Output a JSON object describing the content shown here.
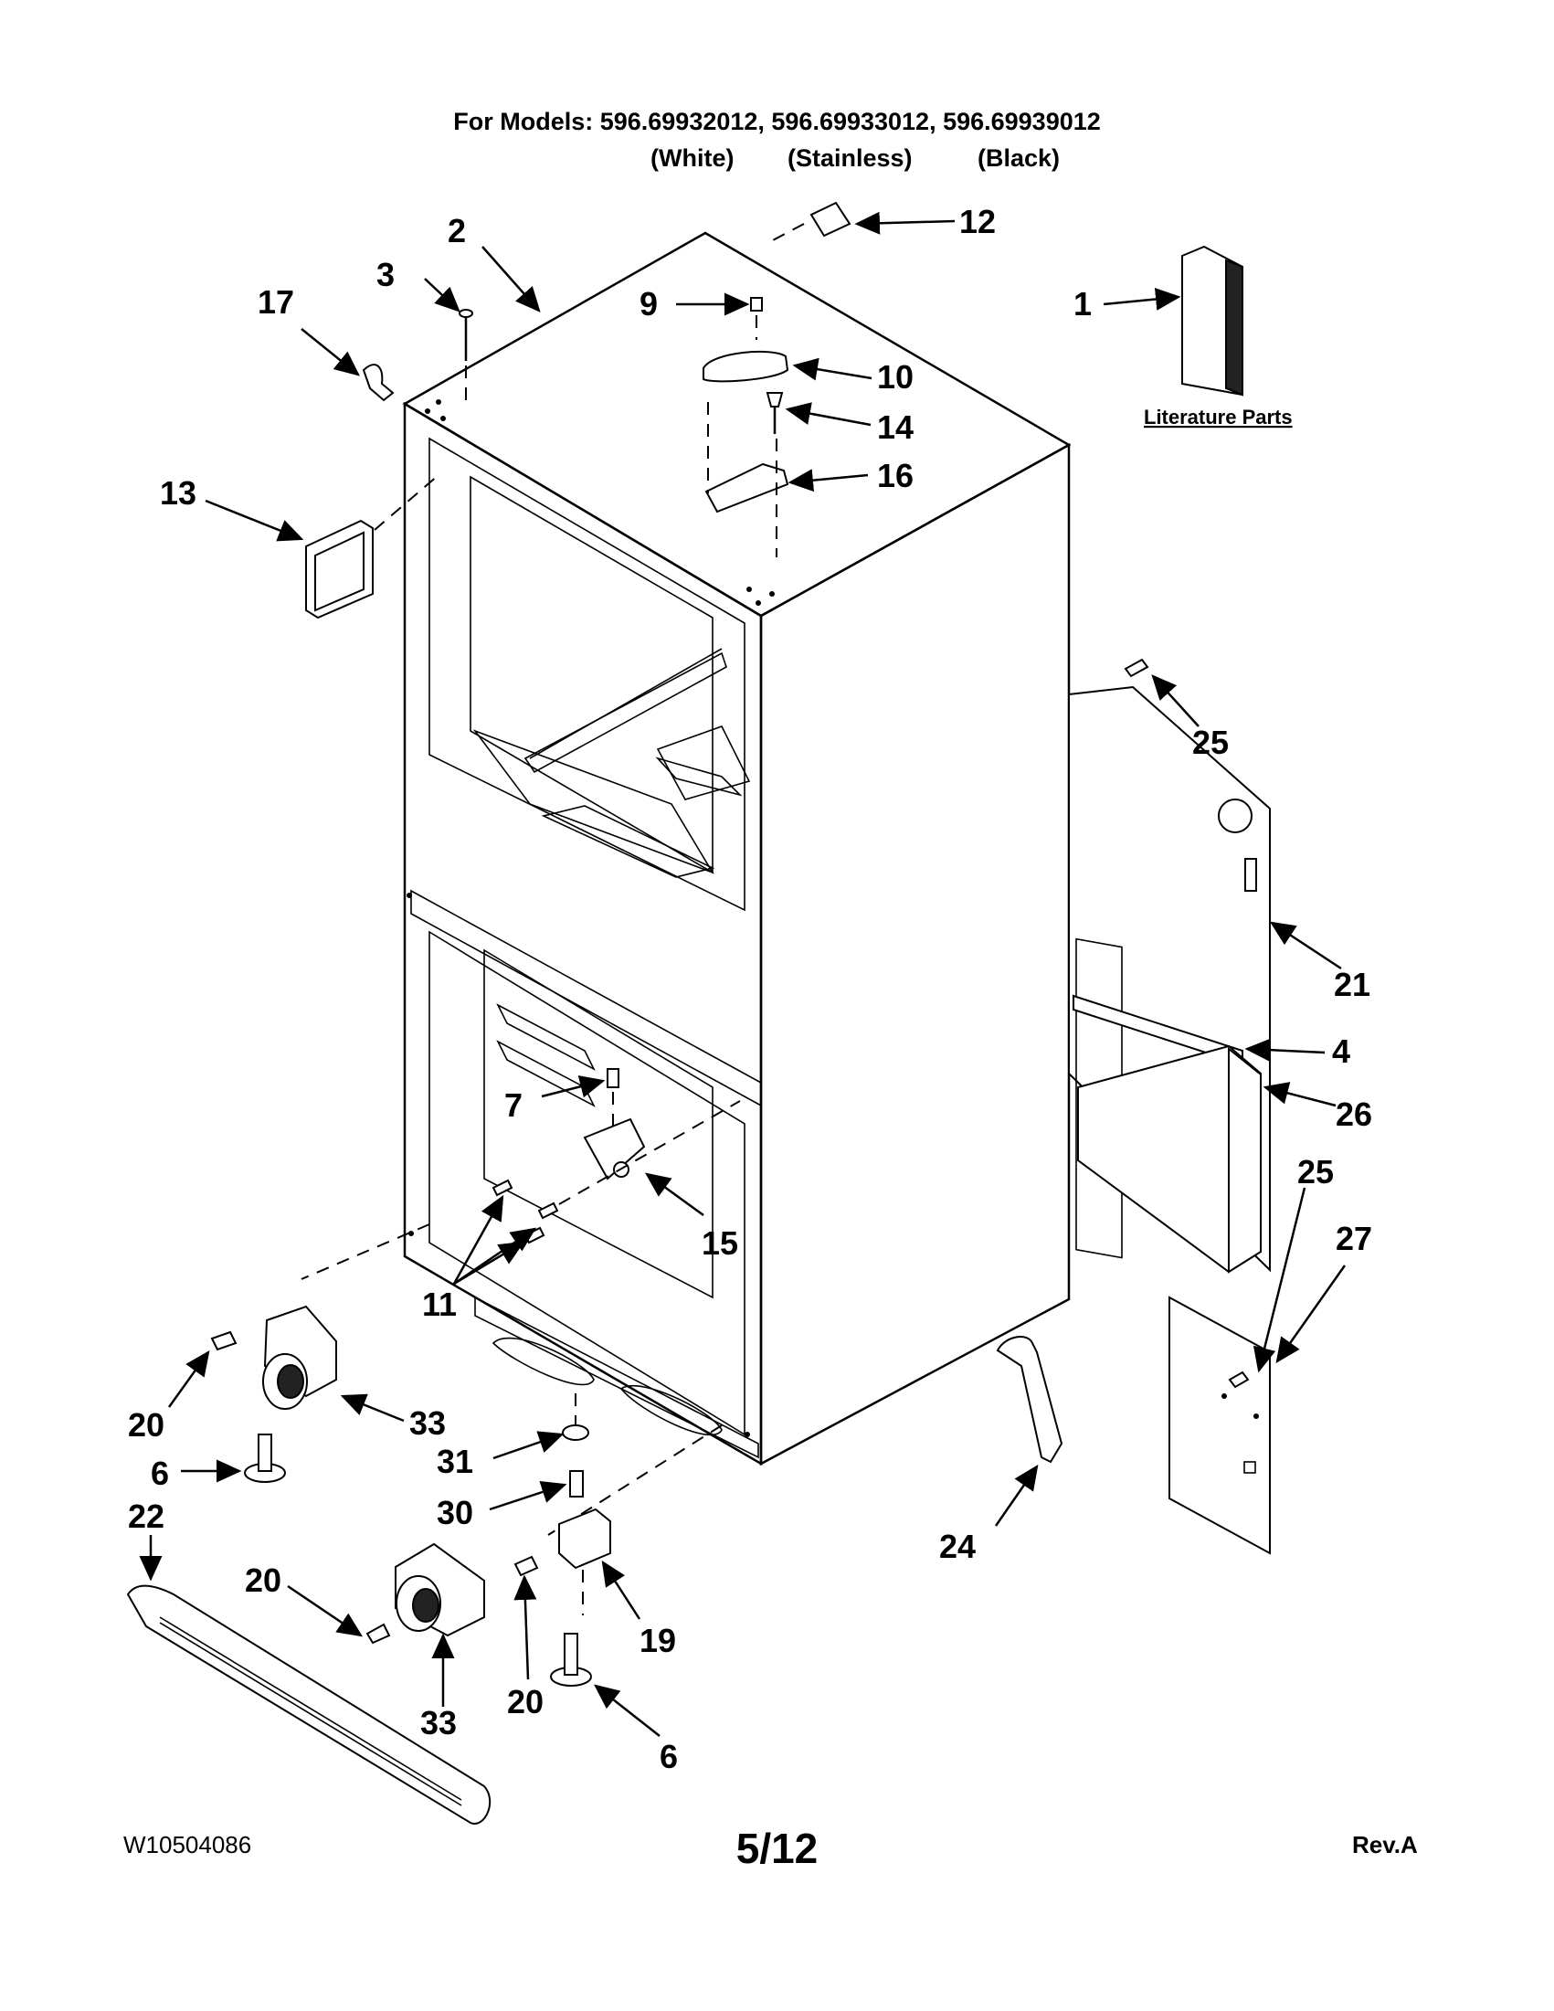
{
  "header": {
    "models_line": "For Models: 596.69932012, 596.69933012, 596.69939012",
    "variants": [
      "(White)",
      "(Stainless)",
      "(Black)"
    ]
  },
  "literature_label": "Literature Parts",
  "callouts": [
    {
      "id": "c1",
      "label": "1"
    },
    {
      "id": "c2",
      "label": "2"
    },
    {
      "id": "c3",
      "label": "3"
    },
    {
      "id": "c4",
      "label": "4"
    },
    {
      "id": "c6a",
      "label": "6"
    },
    {
      "id": "c6b",
      "label": "6"
    },
    {
      "id": "c7",
      "label": "7"
    },
    {
      "id": "c9",
      "label": "9"
    },
    {
      "id": "c10",
      "label": "10"
    },
    {
      "id": "c11",
      "label": "11"
    },
    {
      "id": "c12",
      "label": "12"
    },
    {
      "id": "c13",
      "label": "13"
    },
    {
      "id": "c14",
      "label": "14"
    },
    {
      "id": "c15",
      "label": "15"
    },
    {
      "id": "c16",
      "label": "16"
    },
    {
      "id": "c17",
      "label": "17"
    },
    {
      "id": "c19",
      "label": "19"
    },
    {
      "id": "c20a",
      "label": "20"
    },
    {
      "id": "c20b",
      "label": "20"
    },
    {
      "id": "c20c",
      "label": "20"
    },
    {
      "id": "c21",
      "label": "21"
    },
    {
      "id": "c22",
      "label": "22"
    },
    {
      "id": "c24",
      "label": "24"
    },
    {
      "id": "c25a",
      "label": "25"
    },
    {
      "id": "c25b",
      "label": "25"
    },
    {
      "id": "c26",
      "label": "26"
    },
    {
      "id": "c27",
      "label": "27"
    },
    {
      "id": "c30",
      "label": "30"
    },
    {
      "id": "c31",
      "label": "31"
    },
    {
      "id": "c33a",
      "label": "33"
    },
    {
      "id": "c33b",
      "label": "33"
    }
  ],
  "footer": {
    "doc_number": "W10504086",
    "page_number": "5/12",
    "revision": "Rev.A"
  }
}
